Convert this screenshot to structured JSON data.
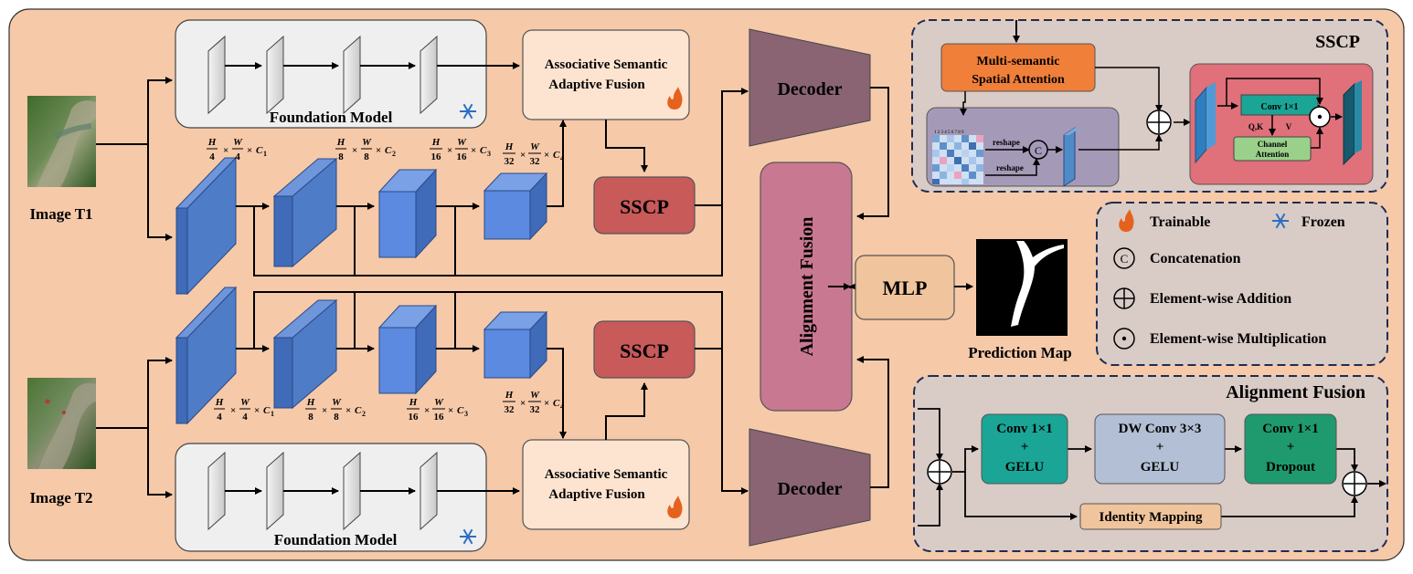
{
  "inputs": {
    "t1_label": "Image T1",
    "t2_label": "Image T2"
  },
  "foundation": {
    "top_label": "Foundation Model",
    "bottom_label": "Foundation Model"
  },
  "dims": {
    "top": [
      {
        "num": "H",
        "den": "4",
        "num2": "W",
        "den2": "4",
        "c": "C",
        "sub": "1"
      },
      {
        "num": "H",
        "den": "8",
        "num2": "W",
        "den2": "8",
        "c": "C",
        "sub": "2"
      },
      {
        "num": "H",
        "den": "16",
        "num2": "W",
        "den2": "16",
        "c": "C",
        "sub": "3"
      },
      {
        "num": "H",
        "den": "32",
        "num2": "W",
        "den2": "32",
        "c": "C",
        "sub": "4"
      }
    ],
    "bottom": [
      {
        "num": "H",
        "den": "4",
        "num2": "W",
        "den2": "4",
        "c": "C",
        "sub": "1"
      },
      {
        "num": "H",
        "den": "8",
        "num2": "W",
        "den2": "8",
        "c": "C",
        "sub": "2"
      },
      {
        "num": "H",
        "den": "16",
        "num2": "W",
        "den2": "16",
        "c": "C",
        "sub": "3"
      },
      {
        "num": "H",
        "den": "32",
        "num2": "W",
        "den2": "32",
        "c": "C",
        "sub": "4"
      }
    ]
  },
  "asaf": {
    "line1": "Associative Semantic",
    "line2": "Adaptive Fusion"
  },
  "sscp_label": "SSCP",
  "decoder_label": "Decoder",
  "alignment_vertical_label": "Alignment Fusion",
  "mlp_label": "MLP",
  "prediction_label": "Prediction Map",
  "sscp_panel": {
    "title": "SSCP",
    "msa_line1": "Multi-semantic",
    "msa_line2": "Spatial Attention",
    "reshape_top": "reshape",
    "reshape_bottom": "reshape",
    "concat_symbol": "C",
    "conv_label": "Conv 1×1",
    "qk_label": "Q,K",
    "v_label": "V",
    "channel_line1": "Channel",
    "channel_line2": "Attention",
    "matrix_header": "1 2 3 4 5 6 7 8 9"
  },
  "legend": {
    "trainable": "Trainable",
    "frozen": "Frozen",
    "concat_symbol": "C",
    "concatenation": "Concatenation",
    "addition": "Element-wise Addition",
    "multiplication": "Element-wise Multiplication"
  },
  "af_panel": {
    "title": "Alignment Fusion",
    "conv1_line1": "Conv 1×1",
    "conv1_line2": "+",
    "conv1_line3": "GELU",
    "dw_line1": "DW Conv 3×3",
    "dw_line2": "+",
    "dw_line3": "GELU",
    "conv2_line1": "Conv 1×1",
    "conv2_line2": "+",
    "conv2_line3": "Dropout",
    "identity": "Identity Mapping"
  },
  "colors": {
    "background": "#f6c9a9",
    "panel_border": "#1f2d52",
    "panel_fill": "#d9cbc6",
    "feature_blue": "#4f7cc7",
    "sscp_red": "#c85a5a",
    "decoder": "#8a6473",
    "alignment_pink": "#c97892",
    "mlp": "#f0c49c",
    "msa_orange": "#f07f3a",
    "teal": "#1aa596",
    "green": "#1f9a6e",
    "flame": "#e5621e",
    "snow": "#2c6fc4"
  }
}
